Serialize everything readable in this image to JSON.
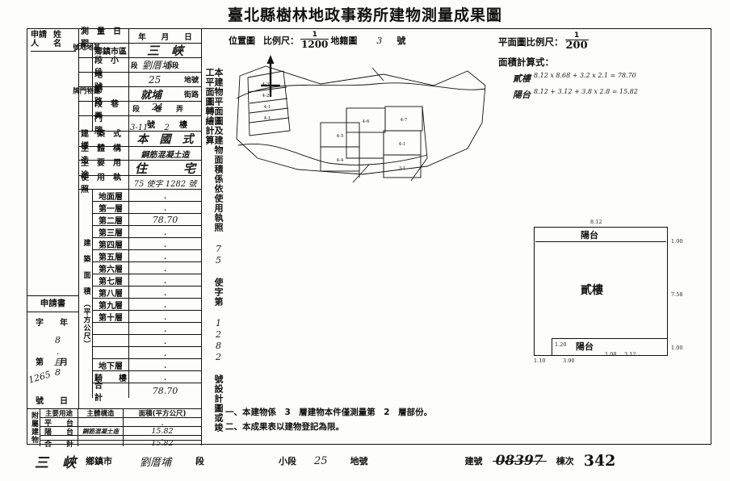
{
  "document": {
    "title": "臺北縣樹林地政事務所建物測量成果圖"
  },
  "applicant": {
    "label_line1": "申請人",
    "label_line2": "姓　名",
    "value": ""
  },
  "application_doc": {
    "title": "申請書",
    "col1": [
      "字",
      "第",
      "號"
    ],
    "col2": [
      "年",
      "月",
      "日"
    ],
    "number_hand": "1265",
    "date_hand": "8.且8"
  },
  "form_rows": [
    {
      "group": "",
      "label": "測　量　日　期",
      "value": "年　　月　　日",
      "hand": ""
    },
    {
      "group": "基地地號",
      "label": "鄉鎮市區",
      "value": "",
      "hand": "三　峽"
    },
    {
      "group": "基地地號",
      "label": "段　小　段",
      "value": "段　　　　小段",
      "hand": "劉厝埔"
    },
    {
      "group": "基地地號",
      "label": "地　　　號",
      "value": "地號",
      "hand": "25"
    },
    {
      "group": "建物門牌",
      "label": "街　　　路",
      "value": "街路",
      "hand": "就埔"
    },
    {
      "group": "建物門牌",
      "label": "段　巷　弄",
      "value": "段　　巷　　弄",
      "hand": "24"
    },
    {
      "group": "建物門牌",
      "label": "門　　　牌",
      "value": "號　　　樓",
      "hand": "3-11　　2"
    },
    {
      "group": "",
      "label": "建　築　式　樣",
      "value": "",
      "hand": "本　國　式"
    },
    {
      "group": "",
      "label": "主　體　構　造",
      "value": "",
      "hand": "鋼筋混凝土造"
    },
    {
      "group": "",
      "label": "主　要　用　途",
      "value": "",
      "hand": "住　　　宅"
    },
    {
      "group": "",
      "label": "使　用　執　照",
      "value": "",
      "hand": "75 使字 1282 號"
    }
  ],
  "area_section": {
    "group_label": "建　築　面　積　（平方公尺）",
    "rows": [
      {
        "label": "地面層",
        "value": "."
      },
      {
        "label": "第一層",
        "value": "."
      },
      {
        "label": "第二層",
        "value": "78.70"
      },
      {
        "label": "第三層",
        "value": "."
      },
      {
        "label": "第四層",
        "value": "."
      },
      {
        "label": "第五層",
        "value": "."
      },
      {
        "label": "第六層",
        "value": "."
      },
      {
        "label": "第七層",
        "value": "."
      },
      {
        "label": "第八層",
        "value": "."
      },
      {
        "label": "第九層",
        "value": "."
      },
      {
        "label": "第十層",
        "value": "."
      },
      {
        "label": "",
        "value": "."
      },
      {
        "label": "",
        "value": "."
      },
      {
        "label": "",
        "value": "."
      },
      {
        "label": "地下層",
        "value": "."
      },
      {
        "label": "騎　　樓",
        "value": "."
      },
      {
        "label": "合　　　　計",
        "value": "78.70"
      }
    ]
  },
  "attached_building": {
    "side_label": "附屬建物",
    "headers": [
      "主要用途",
      "主體構造",
      "面積(平方公尺)"
    ],
    "rows": [
      {
        "use": "平　　台",
        "structure": "",
        "area": "."
      },
      {
        "use": "陽　　台",
        "structure": "鋼筋混凝土造",
        "area": "15.82"
      },
      {
        "use": "",
        "structure": "",
        "area": "."
      },
      {
        "use": "合　　計",
        "structure": "",
        "area": "15.82"
      }
    ]
  },
  "vertical_note": {
    "text": "本建物平面圖及建物面積係依使用執照",
    "permit_year": "75",
    "permit_mid": "使字第",
    "permit_no": "1282",
    "text2": "號設計圖或竣工平面圖轉繪計算"
  },
  "location_map": {
    "label": "位置圖",
    "scale_label": "比例尺：",
    "scale_numerator": "1",
    "scale_denominator": "1200",
    "cadastral_label": "地籍圖",
    "cadastral_no": "3",
    "cadastral_unit": "號",
    "north_icon": "north-arrow-icon",
    "parcel_labels": [
      "4-6",
      "4-7",
      "4-5",
      "4-4",
      "4-1",
      "3-1"
    ]
  },
  "plan_panel": {
    "scale_label": "平面圖比例尺：",
    "scale_numerator": "1",
    "scale_denominator": "200",
    "formula_title": "面積計算式：",
    "formulas": [
      {
        "name": "貳樓",
        "expr": "8.12 x 8.68 + 3.2 x 2.1 = 78.70"
      },
      {
        "name": "陽台",
        "expr": "8.12 + 3.12 + 3.8 x 2.8 = 15.82"
      }
    ]
  },
  "plan_drawing": {
    "balcony_top": "陽台",
    "main_floor": "貳樓",
    "balcony_bottom": "陽台",
    "dim_top": "8.12",
    "dim_right_upper": "1.00",
    "dim_right_main": "7.58",
    "dim_right_lower": "1.00",
    "dim_bottom_left": "1.10",
    "dim_bottom_mid": "3.90",
    "dim_bottom_right1": "1.08",
    "dim_bottom_right2": "3.12",
    "dim_inner_left": "1.20"
  },
  "notes": [
    "一、本建物係　3　層建物本件僅測量第　2　層部份。",
    "二、本成果表以建物登記為限。"
  ],
  "footer": {
    "town_hand": "三　峽",
    "town_label": "鄉鎮市",
    "section_hand": "劉厝埔",
    "section_label": "段",
    "subsection_label": "小段",
    "subsection_hand": "25",
    "parcel_label": "地號",
    "building_label": "建號",
    "building_no": "08397",
    "unit_label": "棟次",
    "unit_no": "342"
  }
}
